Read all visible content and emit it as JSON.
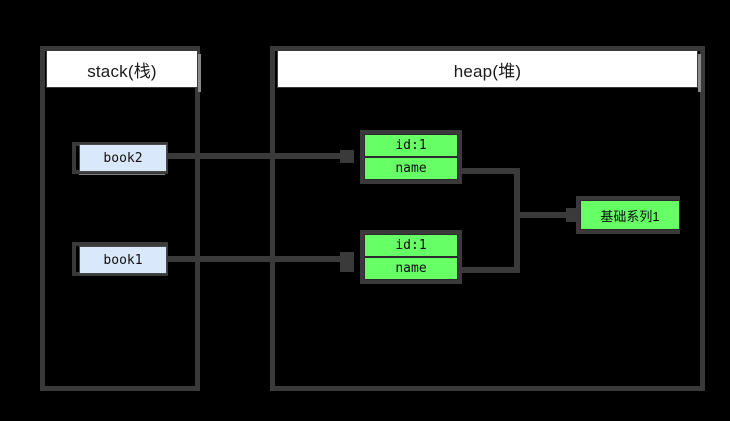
{
  "diagram": {
    "title": "stack-and-heap-object-reference-diagram",
    "background_color": "#000000",
    "line_color": "#3a3a3a",
    "accent_green": "#66ff66",
    "accent_blue": "#dae8fc",
    "title_bg": "#ffffff"
  },
  "containers": [
    {
      "id": "stack",
      "label": "stack(栈)"
    },
    {
      "id": "heap",
      "label": "heap(堆)"
    }
  ],
  "stack_variables": [
    {
      "id": "book2",
      "label": "book2"
    },
    {
      "id": "book1",
      "label": "book1"
    }
  ],
  "heap_objects": [
    {
      "id": "obj-top",
      "fields": [
        {
          "key": "id-field",
          "label": "id:1"
        },
        {
          "key": "name-field",
          "label": "name"
        }
      ]
    },
    {
      "id": "obj-bottom",
      "fields": [
        {
          "key": "id-field",
          "label": "id:1"
        },
        {
          "key": "name-field",
          "label": "name"
        }
      ]
    }
  ],
  "shared_value": {
    "id": "shared-string",
    "label": "基础系列1"
  }
}
